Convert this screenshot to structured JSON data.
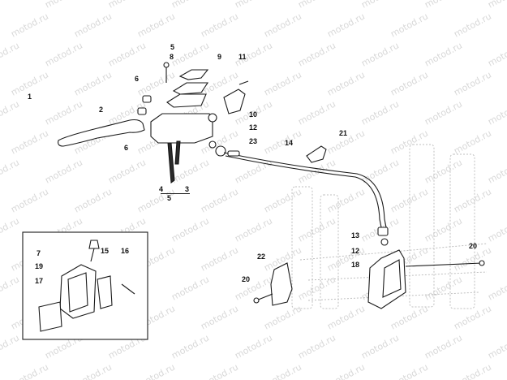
{
  "watermark": {
    "text": "motod.ru"
  },
  "callouts": {
    "c1": "1",
    "c2": "2",
    "c3": "3",
    "c4": "4",
    "c5_top": "5",
    "c5_bottom": "5",
    "c6_top": "6",
    "c6_bottom": "6",
    "c7": "7",
    "c8": "8",
    "c9": "9",
    "c10": "10",
    "c11": "11",
    "c12_top": "12",
    "c12_bottom": "12",
    "c13": "13",
    "c14": "14",
    "c15": "15",
    "c16": "16",
    "c17": "17",
    "c18": "18",
    "c19": "19",
    "c20_left": "20",
    "c20_right": "20",
    "c21": "21",
    "c22": "22",
    "c23": "23"
  },
  "colors": {
    "ink": "#1a1a1a",
    "watermark": "#d8d8d8",
    "ghost": "#bfbfbf"
  }
}
